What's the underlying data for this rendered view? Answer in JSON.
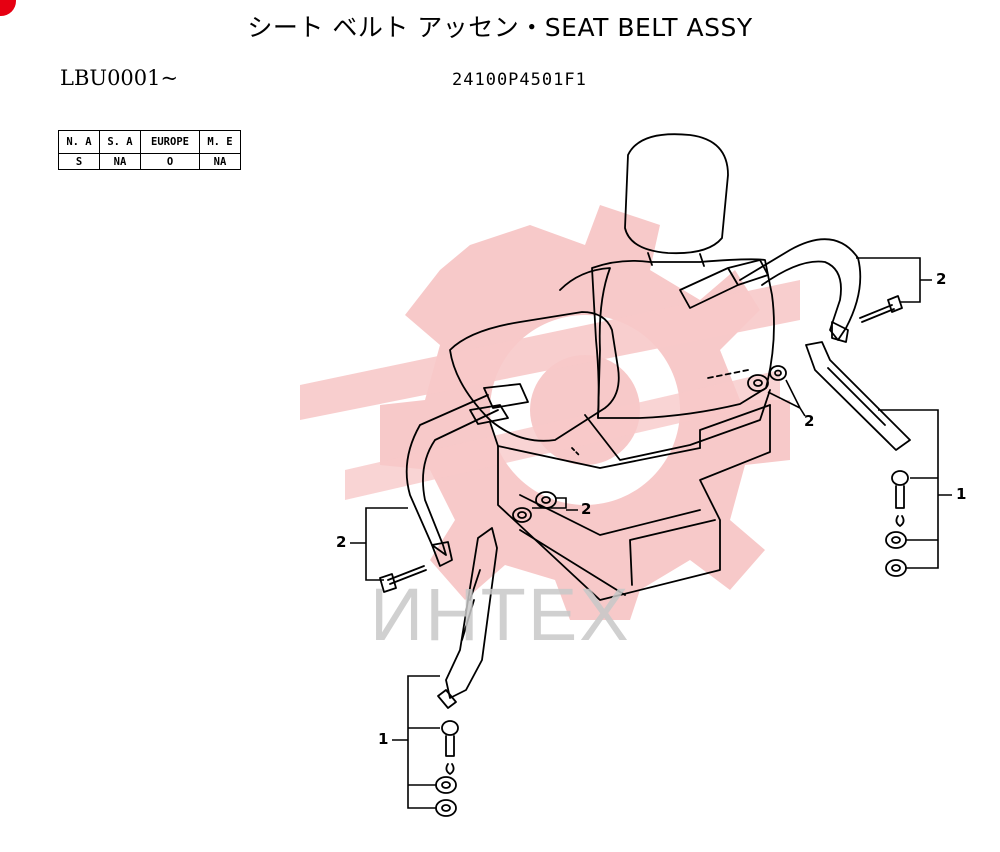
{
  "title": "シート ベルト アッセン・SEAT BELT ASSY",
  "serial_range": "LBU0001~",
  "part_number": "24100P4501F1",
  "market_table": {
    "headers": [
      "N. A",
      "S. A",
      "EUROPE",
      "M. E"
    ],
    "values": [
      "S",
      "NA",
      "O",
      "NA"
    ]
  },
  "watermark": "ИНТЕХ",
  "callouts": {
    "left_bolt": "2",
    "left_lower": "1",
    "center_nuts": "2",
    "right_upper": "2",
    "right_nuts": "2",
    "right_lower": "1"
  },
  "colors": {
    "watermark_gear": "#f7c9c9",
    "corner_mark": "#e60012"
  }
}
